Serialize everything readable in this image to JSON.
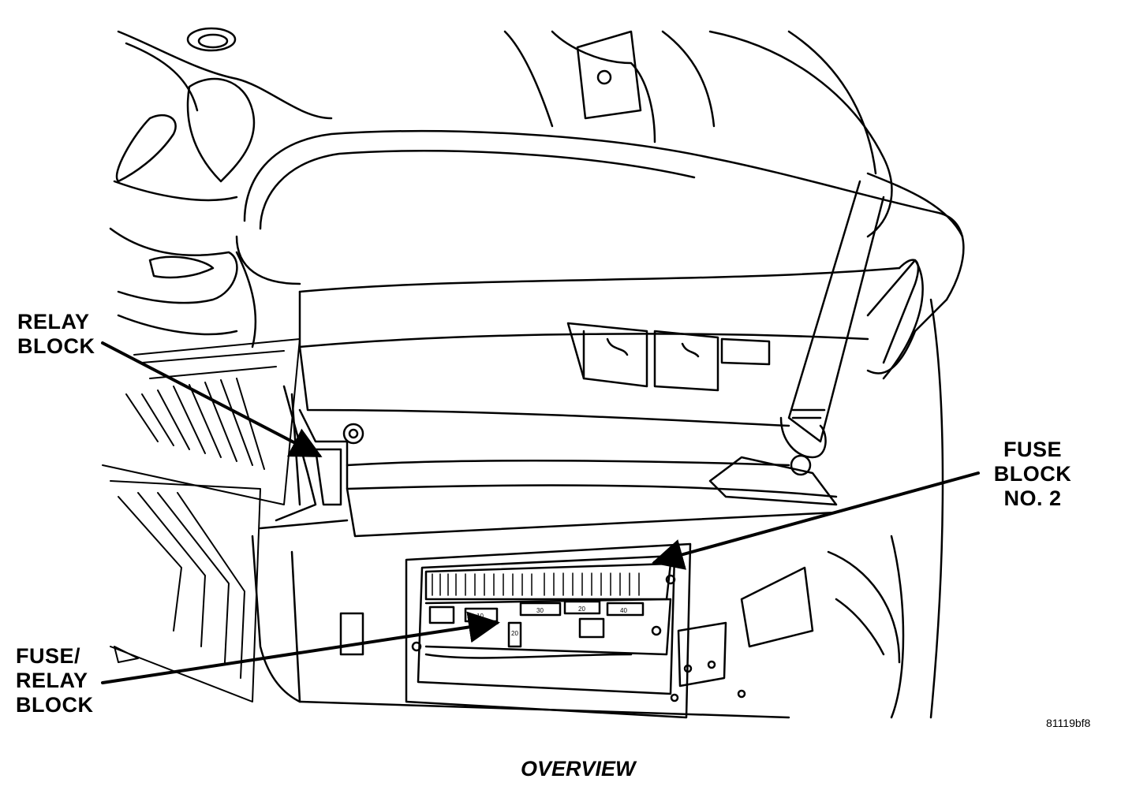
{
  "labels": {
    "relay_block": [
      "RELAY",
      "BLOCK"
    ],
    "fuse_block_2": [
      "FUSE",
      "BLOCK",
      "NO. 2"
    ],
    "fuse_relay_block": [
      "FUSE/",
      "RELAY",
      "BLOCK"
    ]
  },
  "figure_id": "81119bf8",
  "caption": "OVERVIEW",
  "fuse_markings": [
    "30",
    "20",
    "40",
    "10",
    "20"
  ],
  "colors": {
    "ink": "#000000",
    "paper": "#ffffff"
  },
  "icons": [
    "seat-adjust-switch-icon",
    "seat-recline-switch-icon"
  ]
}
